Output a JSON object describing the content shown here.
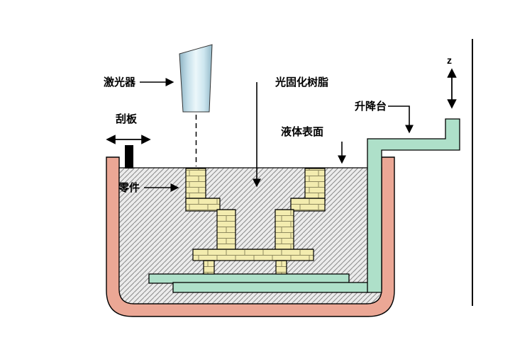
{
  "labels": {
    "laser": "激光器",
    "scraper": "刮板",
    "part": "零件",
    "resin": "光固化树脂",
    "liquid_surface": "液体表面",
    "lift_platform": "升降台",
    "z_axis": "z"
  },
  "colors": {
    "tank": "#EBA795",
    "platform": "#AEE0C9",
    "part_fill": "#F3ECAF",
    "brick_line": "#8F8A5F",
    "laser_dark": "#8FB4C4",
    "laser_light": "#ECF7FA",
    "hatch_line": "#8A8A8A",
    "hatch_bg": "#ECECEC",
    "line": "#000000"
  }
}
